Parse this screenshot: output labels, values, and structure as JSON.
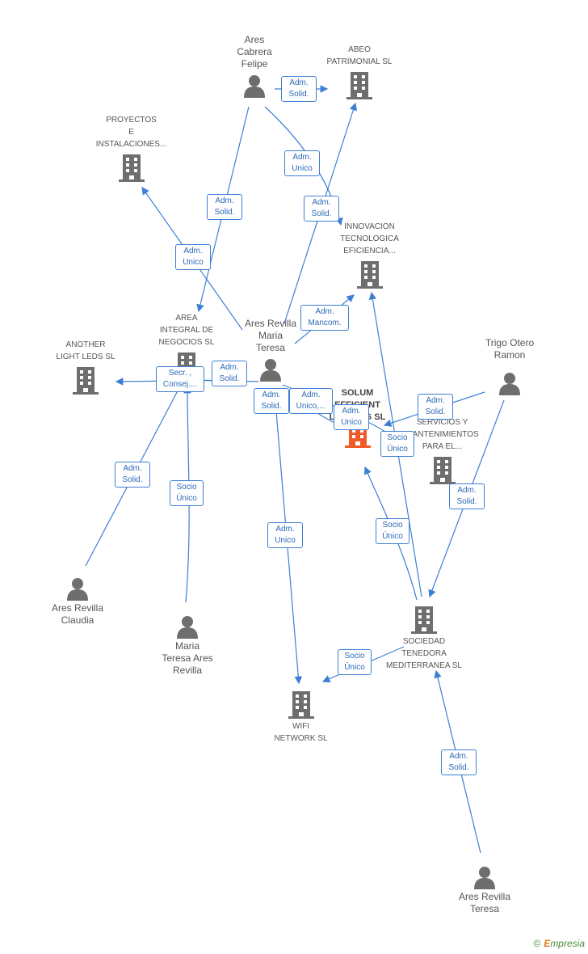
{
  "colors": {
    "edge": "#3d7fd4",
    "icon": "#6e6e6e",
    "center_icon": "#f05a28",
    "badge_text": "#2b69b8"
  },
  "nodes": {
    "ares_cabrera_felipe": {
      "label": "Ares\nCabrera\nFelipe",
      "icon": "person-icon"
    },
    "abeo_patrimonial": {
      "label": "ABEO\nPATRIMONIAL SL",
      "icon": "building-icon"
    },
    "proyectos": {
      "label": "PROYECTOS\nE\nINSTALACIONES...",
      "icon": "building-icon"
    },
    "innovacion": {
      "label": "INNOVACION\nTECNOLOGICA\nEFICIENCIA...",
      "icon": "building-icon"
    },
    "area_integral": {
      "label": "AREA\nINTEGRAL DE\nNEGOCIOS SL",
      "icon": "building-icon"
    },
    "another_light": {
      "label": "ANOTHER\nLIGHT LEDS SL",
      "icon": "building-icon"
    },
    "ares_revilla_maria_teresa": {
      "label": "Ares Revilla\nMaria\nTeresa",
      "icon": "person-icon"
    },
    "trigo_otero": {
      "label": "Trigo Otero\nRamon",
      "icon": "person-icon"
    },
    "solum": {
      "label": "SOLUM\nEFFICIENT\nLIGHTING SL",
      "icon": "building-icon"
    },
    "servicios": {
      "label": "SERVICIOS Y\nMANTENIMIENTOS\nPARA EL...",
      "icon": "building-icon"
    },
    "ares_revilla_claudia": {
      "label": "Ares Revilla\nClaudia",
      "icon": "person-icon"
    },
    "maria_teresa_ares": {
      "label": "Maria\nTeresa Ares\nRevilla",
      "icon": "person-icon"
    },
    "sociedad_tenedora": {
      "label": "SOCIEDAD\nTENEDORA\nMEDITERRANEA SL",
      "icon": "building-icon"
    },
    "wifi_network": {
      "label": "WIFI\nNETWORK SL",
      "icon": "building-icon"
    },
    "ares_revilla_teresa": {
      "label": "Ares Revilla\nTeresa",
      "icon": "person-icon"
    }
  },
  "badges": {
    "b1": "Adm.\nSolid.",
    "b2": "Adm.\nUnico",
    "b3": "Adm.\nSolid.",
    "b4": "Adm.\nSolid.",
    "b5": "Adm.\nUnico",
    "b6": "Adm.\nMancom.",
    "b7": "Secr. ,\nConsej....",
    "b8": "Adm.\nSolid.",
    "b9": "Adm.\nSolid.",
    "b10": "Adm.\nUnico,...",
    "b11": "Adm.\nUnico",
    "b12": "Adm.\nSolid.",
    "b13": "Socio\nÚnico",
    "b14": "Adm.\nSolid.",
    "b15": "Socio\nÚnico",
    "b16": "Adm.\nSolid.",
    "b17": "Socio\nÚnico",
    "b18": "Adm.\nUnico",
    "b19": "Socio\nÚnico",
    "b20": "Adm.\nSolid."
  },
  "footer": {
    "copyright": "©",
    "brand_first": "E",
    "brand_rest": "mpresia"
  }
}
